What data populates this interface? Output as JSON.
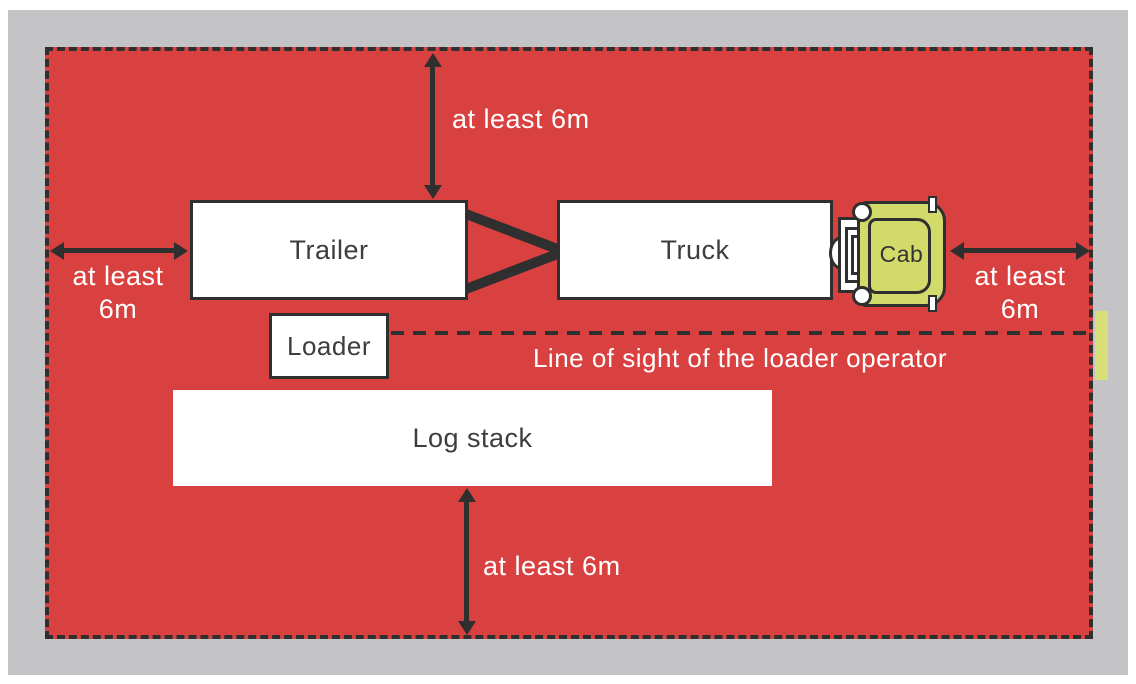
{
  "colors": {
    "zone_fill": "#d94141",
    "zone_border": "#2f2f2f",
    "panel_background": "#c4c4c6",
    "cab_fill": "#d2db69",
    "box_fill": "#ffffff",
    "annotation_text": "#ffffff",
    "box_text": "#3d3d3d"
  },
  "safety_zone": {
    "clearances": {
      "top": "at least 6m",
      "bottom": "at least 6m",
      "left": [
        "at least",
        "6m"
      ],
      "right": [
        "at least",
        "6m"
      ]
    }
  },
  "objects": {
    "trailer": {
      "label": "Trailer"
    },
    "truck": {
      "label": "Truck"
    },
    "cab": {
      "label": "Cab"
    },
    "loader": {
      "label": "Loader"
    },
    "log_stack": {
      "label": "Log stack"
    }
  },
  "line_of_sight": {
    "label": "Line of sight of the loader operator"
  }
}
